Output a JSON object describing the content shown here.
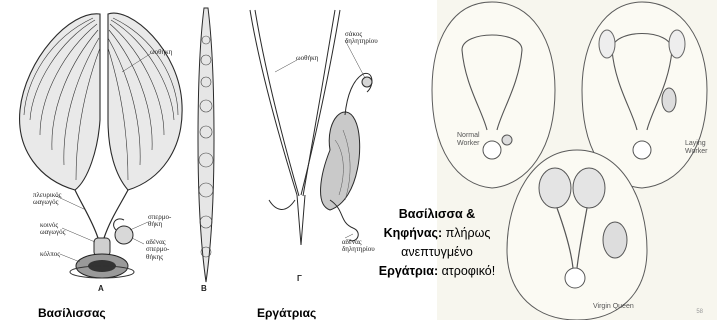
{
  "left_figure": {
    "panels": {
      "a": "A",
      "b": "B",
      "c": "Γ"
    },
    "labels_a": {
      "ovariole": "ωοθήκη",
      "lateral_oviduct": "πλευρικός\nωαγωγός",
      "spermatheca": "σπερμο-\nθήκη",
      "common_oviduct": "κοινός\nωαγωγός",
      "spermathecal_gland": "αδένας\nσπερμο-\nθήκης",
      "vagina": "κόλπος"
    },
    "labels_c": {
      "ovary": "ωοθήκη",
      "venom_sac": "σάκος\nδηλητηρίου",
      "venom_gland": "αδένας\nδηλητηρίου"
    }
  },
  "right_figure": {
    "normal_worker": "Normal\nWorker",
    "laying_worker": "Laying\nWorker",
    "virgin_queen": "Virgin Queen"
  },
  "captions": {
    "queen": "Βασίλισσας",
    "worker": "Εργάτριας"
  },
  "description": {
    "line1_bold": "Βασίλισσα &",
    "line2_bold": "Κηφήνας:",
    "line2_rest": " πλήρως",
    "line3": "ανεπτυγμένο",
    "line4_bold": "Εργάτρια:",
    "line4_rest": " ατροφικό!"
  },
  "slide_number": "58"
}
